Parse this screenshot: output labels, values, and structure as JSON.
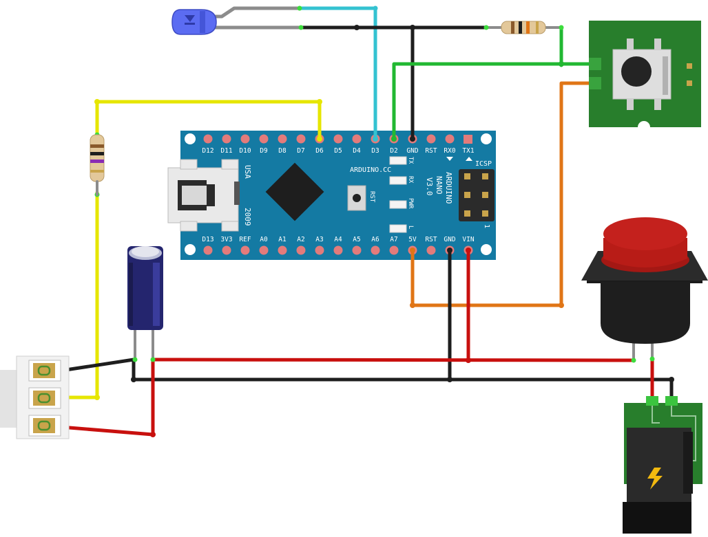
{
  "board": {
    "top_pins": [
      "D12",
      "D11",
      "D10",
      "D9",
      "D8",
      "D7",
      "D6",
      "D5",
      "D4",
      "D3",
      "D2",
      "GND",
      "RST",
      "RX0",
      "TX1"
    ],
    "bottom_pins": [
      "D13",
      "3V3",
      "REF",
      "A0",
      "A1",
      "A2",
      "A3",
      "A4",
      "A5",
      "A6",
      "A7",
      "5V",
      "RST",
      "GND",
      "VIN"
    ],
    "brand": "ARDUINO.CC",
    "model_line1": "ARDUINO",
    "model_line2": "NANO",
    "model_line3": "V3.0",
    "usa": "USA",
    "year": "2009",
    "icsp": "ICSP",
    "led_tx": "TX",
    "led_rx": "RX",
    "led_pwr": "PWR",
    "led_l": "L",
    "rst_button": "RST",
    "corner_mark": "1"
  },
  "colors": {
    "board": "#147aa3",
    "wire_yellow": "#e6e600",
    "wire_cyan": "#34c2d1",
    "wire_black": "#1e1e1e",
    "wire_green": "#22b832",
    "wire_orange": "#e07516",
    "wire_red": "#c8100e",
    "wire_gray": "#8c8c8c",
    "led": "#5b6cf2",
    "button_cap": "#c4211d",
    "module_pcb": "#287e2c"
  },
  "components": {
    "led_icon": "led-blue-icon",
    "resistor_icon": "resistor-icon",
    "capacitor_icon": "electrolytic-capacitor-icon",
    "pushbutton_icon": "tactile-switch-icon",
    "big_button_icon": "arcade-button-icon",
    "terminal_icon": "screw-terminal-icon",
    "jack_icon": "dc-power-jack-icon"
  }
}
